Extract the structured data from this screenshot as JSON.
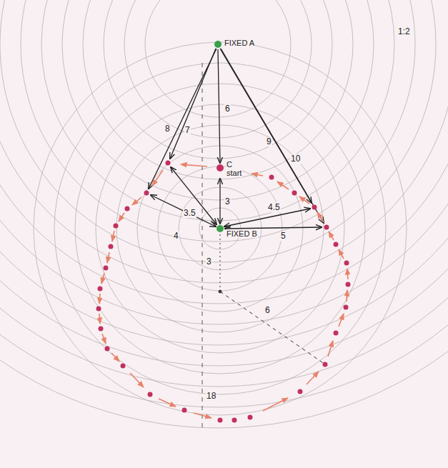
{
  "diagram": {
    "nodes": [
      {
        "text": [
          "FIXED A"
        ]
      },
      {
        "text": [
          "C",
          "start"
        ]
      },
      {
        "text": [
          "FIXED B"
        ]
      }
    ],
    "edges": [
      {
        "from": 0,
        "to": 1,
        "label": "6",
        "arrow": "to"
      },
      {
        "from": 1,
        "to": 2,
        "label": "3",
        "arrow": "both"
      }
    ],
    "labels": [
      "1:2",
      "8",
      "7",
      "9",
      "10",
      "3.5",
      "4",
      "4.5",
      "5",
      "3",
      "6",
      "18"
    ]
  }
}
